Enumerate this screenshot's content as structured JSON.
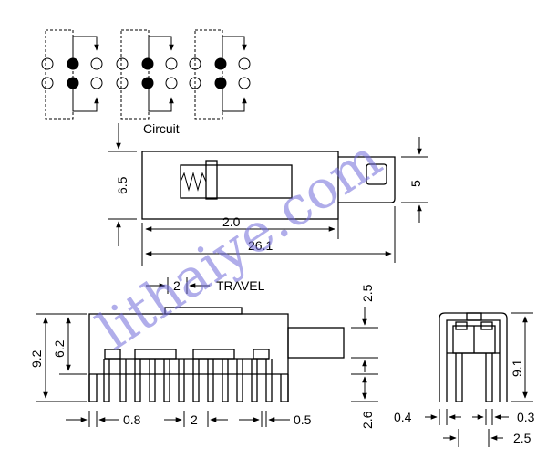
{
  "circuit_label": "Circuit",
  "watermark": "lithaiye.com",
  "dimensions": {
    "height_top_view": "6.5",
    "actuator_width": "5",
    "dim_2_0": "2.0",
    "length_total": "26.1",
    "travel_value": "2",
    "travel_label": "TRAVEL",
    "actuator_height": "2.5",
    "height_total": "9.2",
    "height_body": "6.2",
    "pin_length": "2.6",
    "pin_width": "0.8",
    "pin_pitch": "2",
    "pin_thickness": "0.5",
    "side_height": "9.1",
    "side_pin_width": "0.4",
    "side_pin_thickness": "0.3",
    "side_row_pitch": "2.5"
  }
}
